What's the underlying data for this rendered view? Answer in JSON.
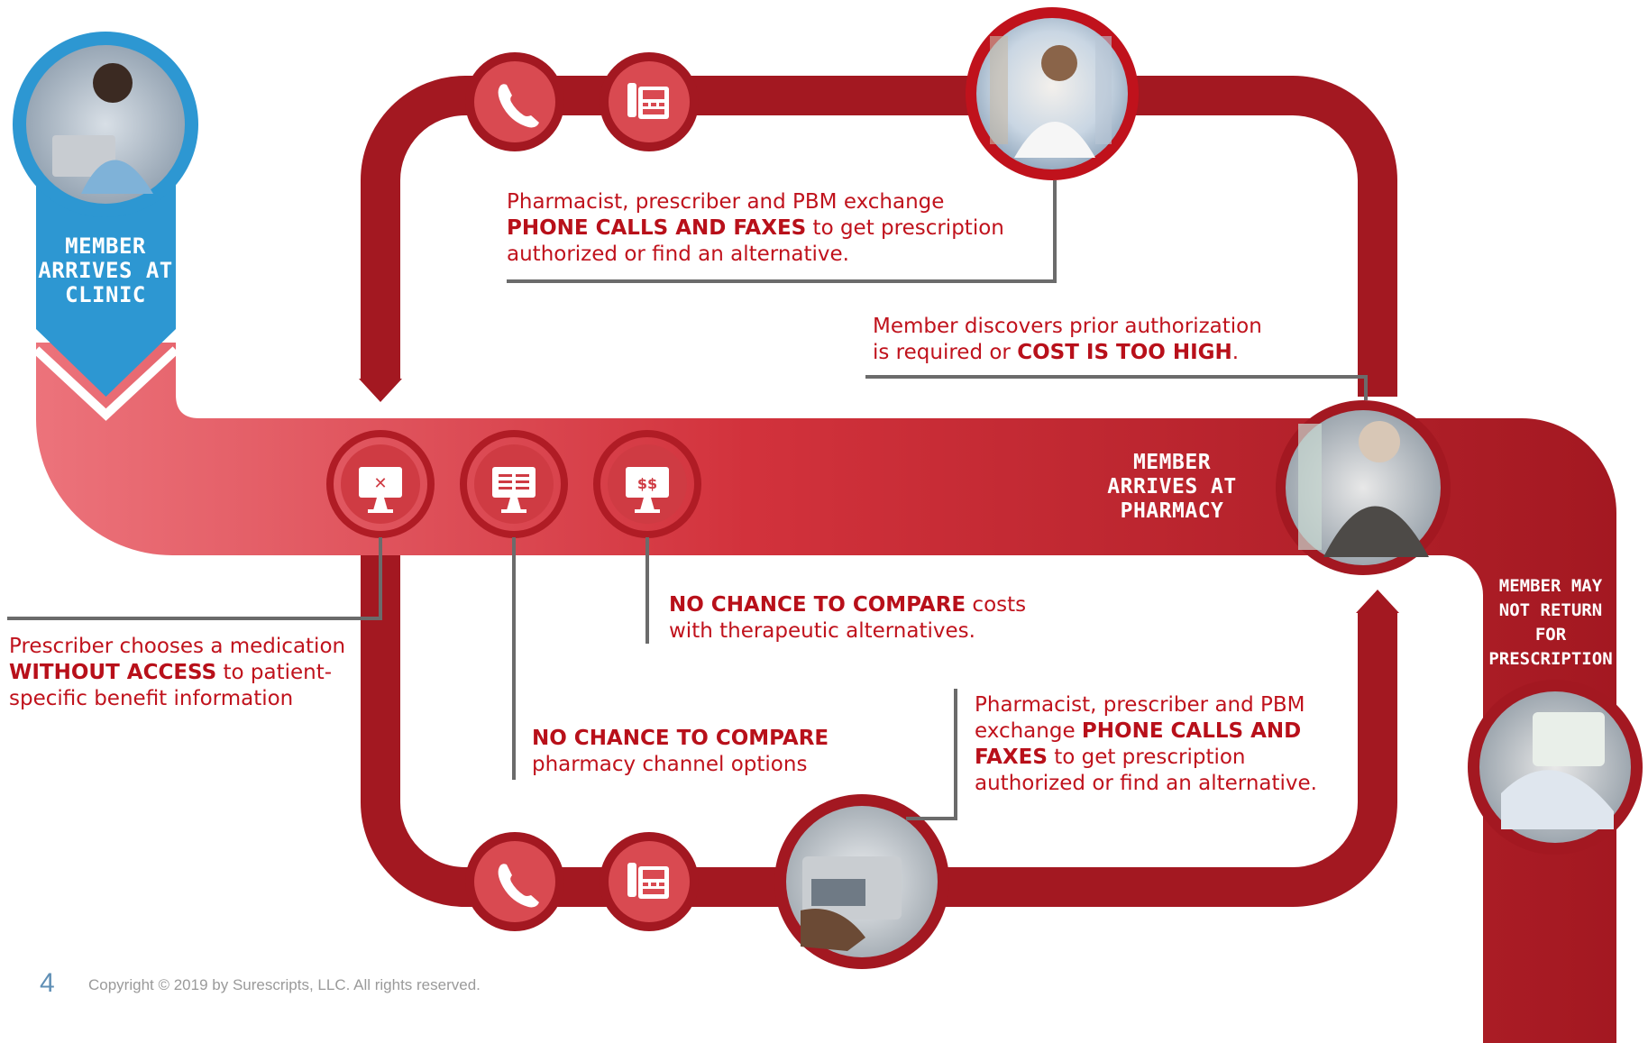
{
  "steps": {
    "clinic": [
      "MEMBER",
      "ARRIVES AT",
      "CLINIC"
    ],
    "pharmacy": [
      "MEMBER",
      "ARRIVES AT",
      "PHARMACY"
    ],
    "no_return": [
      "MEMBER MAY",
      "NOT RETURN FOR",
      "PRESCRIPTION"
    ]
  },
  "callouts": {
    "top_loop": {
      "line1": "Pharmacist, prescriber and PBM exchange",
      "bold": "PHONE CALLS AND FAXES",
      "rest": " to get prescription",
      "line3": "authorized or find an alternative."
    },
    "discover": {
      "line1": "Member discovers prior authorization",
      "pre": "is required or ",
      "bold": "COST IS TOO HIGH",
      "post": "."
    },
    "prescriber": {
      "line1": "Prescriber chooses a medication",
      "bold": "WITHOUT ACCESS",
      "rest": " to patient-",
      "line3": "specific benefit information"
    },
    "compare_costs": {
      "bold": "NO CHANCE TO COMPARE",
      "rest": " costs",
      "line2": "with therapeutic alternatives."
    },
    "compare_pharmacy": {
      "bold": "NO CHANCE TO COMPARE",
      "line2": "pharmacy channel options"
    },
    "bottom_loop": {
      "line1": "Pharmacist, prescriber and PBM",
      "pre": "exchange ",
      "bold1": "PHONE CALLS AND",
      "bold2": "FAXES",
      "rest": " to get prescription",
      "line4": "authorized or find an alternative."
    }
  },
  "icons": {
    "monitor_x_glyph": "✕",
    "monitor_dollar_glyph": "$$"
  },
  "footer": {
    "page_number": "4",
    "copyright": "Copyright © 2019 by Surescripts, LLC. All rights reserved."
  },
  "colors": {
    "road_dark": "#a31821",
    "road_light": "#ea6f78",
    "clinic_blue": "#2d97d2",
    "accent_red": "#c0121c"
  }
}
